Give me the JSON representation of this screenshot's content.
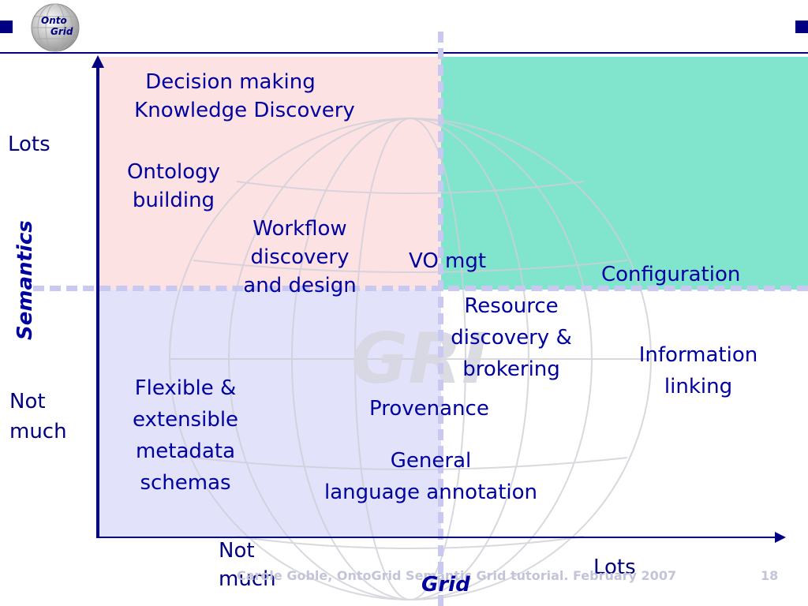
{
  "logo": {
    "line1": "Onto",
    "line2": "Grid"
  },
  "axes": {
    "y_name": "Semantics",
    "y_high": "Lots",
    "y_low": [
      "Not",
      "much"
    ],
    "x_name": "Grid",
    "x_low": [
      "Not",
      "much"
    ],
    "x_high": "Lots"
  },
  "quadrant_colors": {
    "top_left": "#fde2e4",
    "top_right": "#80e5cc",
    "bottom_left": "#e2e2fa",
    "bottom_right": "#ffffff"
  },
  "items": {
    "decision": [
      "Decision making",
      "Knowledge Discovery"
    ],
    "ontology": [
      "Ontology",
      "building"
    ],
    "workflow": [
      "Workflow",
      "discovery",
      "and design"
    ],
    "vo": "VO mgt",
    "configuration": "Configuration",
    "resource": [
      "Resource",
      "discovery &",
      "brokering"
    ],
    "information": [
      "Information",
      "linking"
    ],
    "flexible": [
      "Flexible &",
      "extensible",
      "metadata",
      "schemas"
    ],
    "provenance": "Provenance",
    "general": [
      "General",
      "language annotation"
    ]
  },
  "footer": {
    "text": "Carole Goble, OntoGrid Semantic Grid tutorial. February 2007",
    "page": "18"
  }
}
